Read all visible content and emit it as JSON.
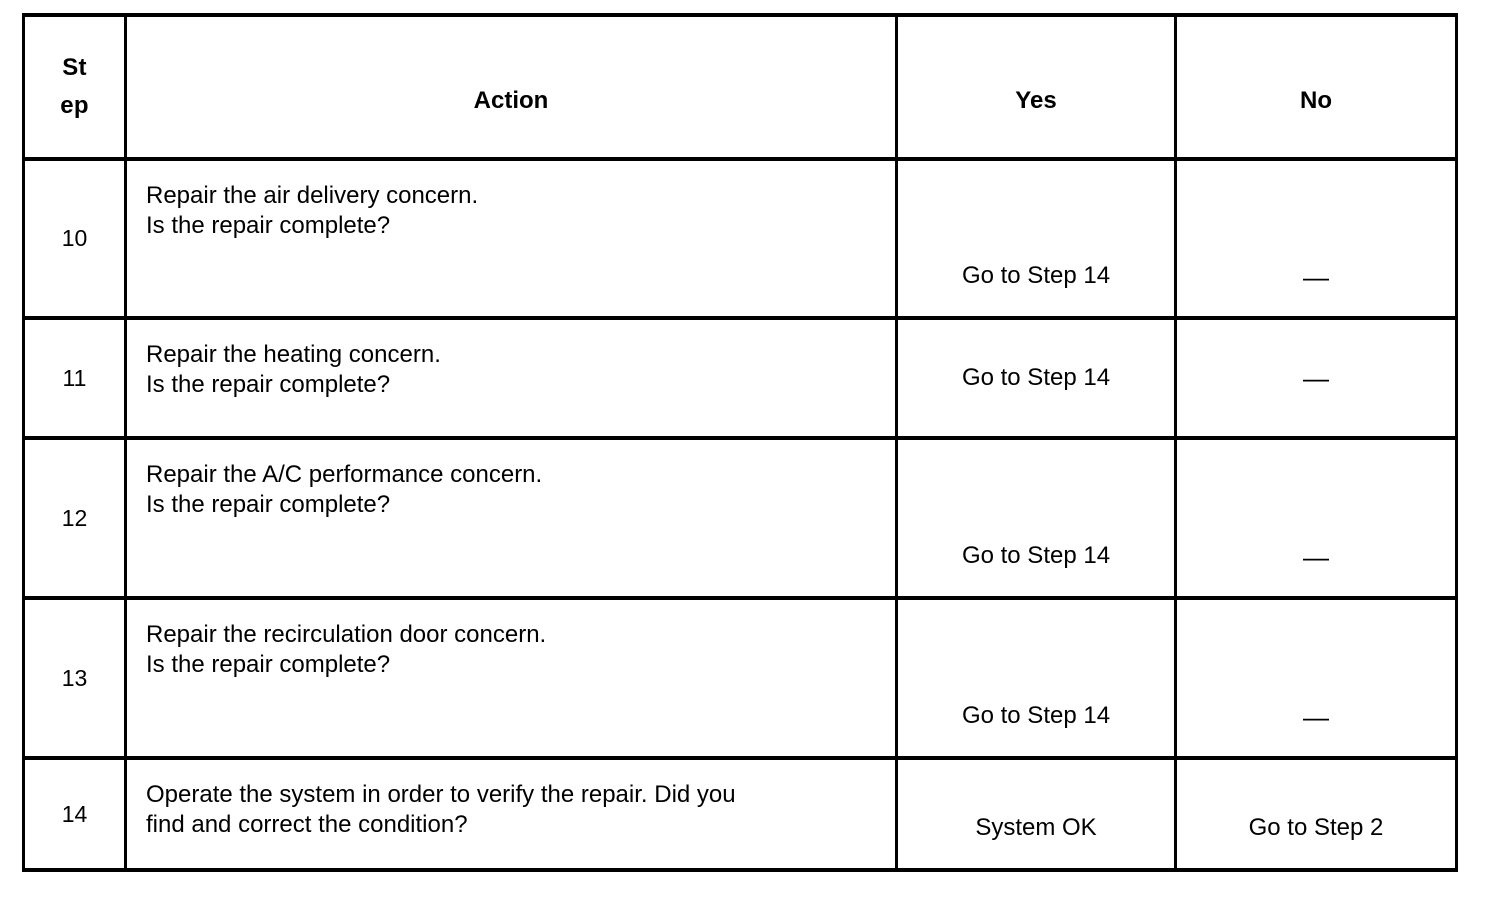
{
  "document": {
    "kind": "diagnostic-procedure-table",
    "title": "Diagnostic Step Table"
  },
  "table": {
    "headers": {
      "step_line1": "St",
      "step_line2": "ep",
      "action": "Action",
      "yes": "Yes",
      "no": "No"
    },
    "rows": [
      {
        "step": "10",
        "action_line1": "Repair the air delivery concern.",
        "action_line2": "Is the repair complete?",
        "action_spacing": "large",
        "yes": "Go to Step 14",
        "no": "—",
        "value_align": "bottom"
      },
      {
        "step": "11",
        "action_line1": "Repair the heating concern.",
        "action_line2": "Is the repair complete?",
        "action_spacing": "small",
        "yes": "Go to Step 14",
        "no": "—",
        "value_align": "middle"
      },
      {
        "step": "12",
        "action_line1": "Repair the A/C performance concern.",
        "action_line2": "Is the repair complete?",
        "action_spacing": "large",
        "yes": "Go to Step 14",
        "no": "—",
        "value_align": "bottom"
      },
      {
        "step": "13",
        "action_line1": "Repair the recirculation door concern.",
        "action_line2": "Is the repair complete?",
        "action_spacing": "large",
        "yes": "Go to Step 14",
        "no": "—",
        "value_align": "bottom"
      },
      {
        "step": "14",
        "action_line1": "Operate the system in order to verify the repair. Did you",
        "action_line2": "find and correct the condition?",
        "action_spacing": "small",
        "yes": "System OK",
        "no": "Go to Step 2",
        "value_align": "bottom"
      }
    ]
  },
  "colors": {
    "border": "#000000",
    "background": "#ffffff",
    "text": "#000000"
  }
}
